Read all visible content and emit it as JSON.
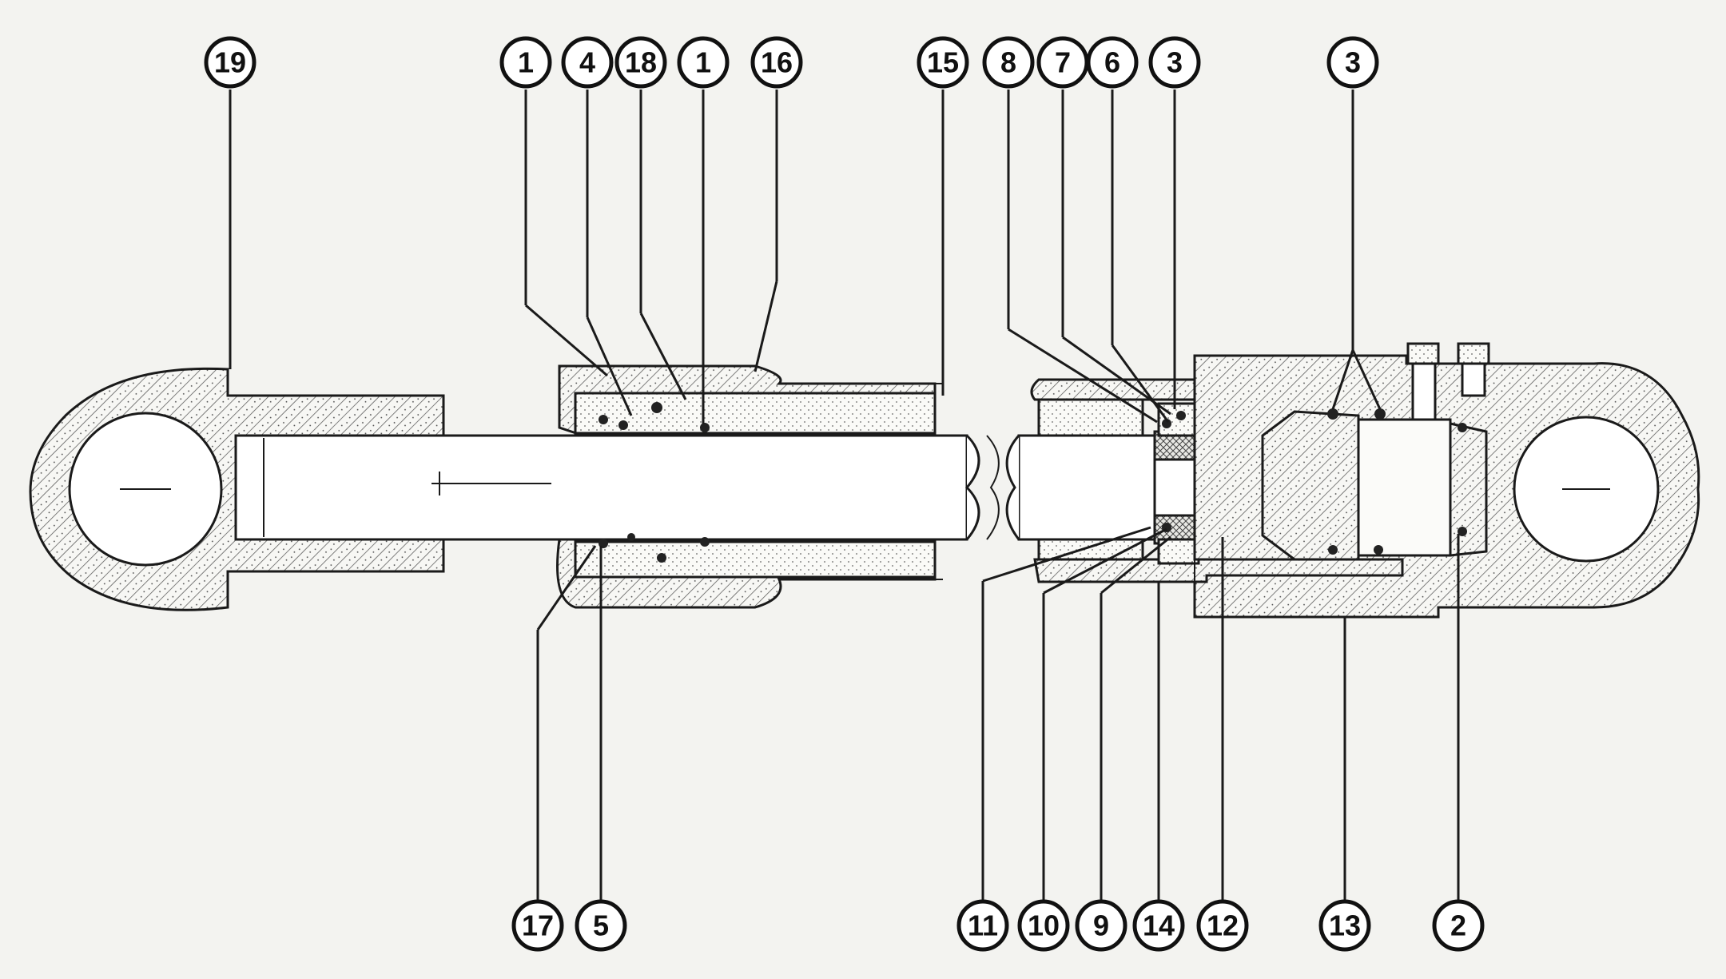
{
  "callouts": {
    "top": [
      "19",
      "1",
      "4",
      "18",
      "1",
      "16",
      "15",
      "8",
      "7",
      "6",
      "3",
      "3"
    ],
    "bottom": [
      "17",
      "5",
      "11",
      "10",
      "9",
      "14",
      "12",
      "13",
      "2"
    ]
  },
  "colors": {
    "line": "#1a1a1a",
    "paper": "#f3f3f0"
  }
}
